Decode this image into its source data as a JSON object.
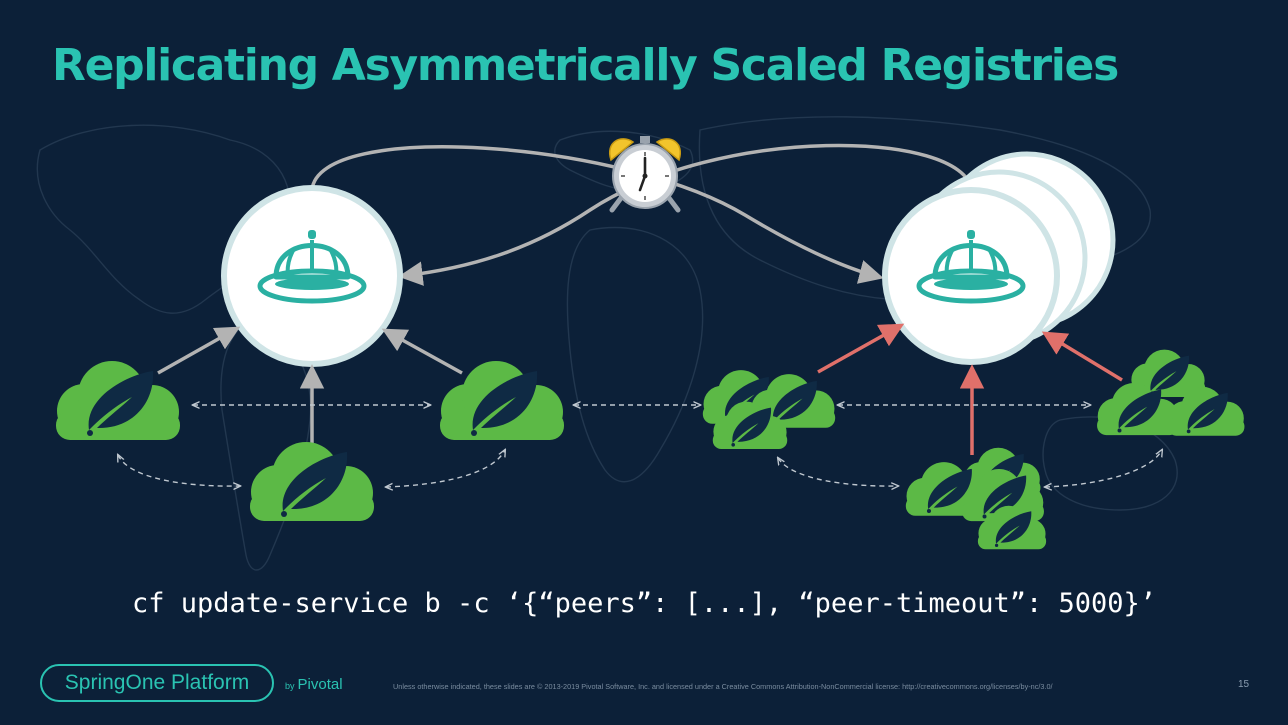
{
  "slide": {
    "title": "Replicating Asymmetrically Scaled Registries",
    "command": "cf update-service b -c ‘{“peers”: [...], “peer-timeout”: 5000}’"
  },
  "footer": {
    "brand": "SpringOne Platform",
    "by_prefix": "by",
    "by_company": "Pivotal",
    "license": "Unless otherwise indicated, these slides are © 2013-2019 Pivotal Software, Inc. and licensed under a Creative Commons Attribution-NonCommercial license: http://creativecommons.org/licenses/by-nc/3.0/",
    "page_number": "15"
  },
  "diagram": {
    "left_registry_instances": 1,
    "right_registry_instances": 3,
    "timer_icon": "alarm-clock-icon",
    "registry_icon": "hard-hat-icon",
    "service_icon": "spring-leaf-cloud-icon"
  },
  "colors": {
    "background": "#0c2038",
    "accent": "#2ac3b2",
    "service_green": "#5cb946",
    "connector_gray": "#b3b3b3",
    "connector_red": "#e0706a"
  }
}
